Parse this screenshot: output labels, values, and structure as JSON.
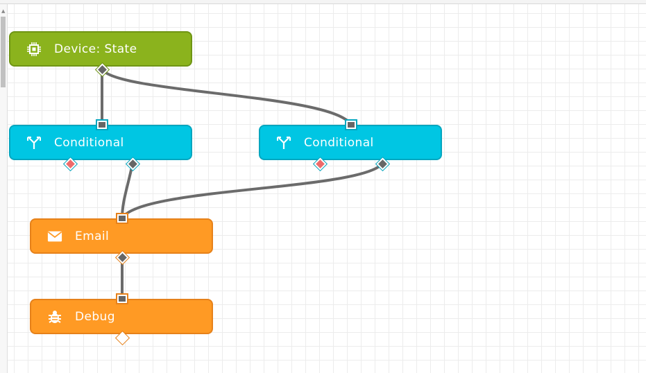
{
  "editor": {
    "nodes": [
      {
        "id": "device-state",
        "label": "Device: State",
        "icon": "chip-icon",
        "type": "device",
        "color": "#8bb31d"
      },
      {
        "id": "conditional-1",
        "label": "Conditional",
        "icon": "fork-icon",
        "type": "conditional",
        "color": "#00c6e3"
      },
      {
        "id": "conditional-2",
        "label": "Conditional",
        "icon": "fork-icon",
        "type": "conditional",
        "color": "#00c6e3"
      },
      {
        "id": "email",
        "label": "Email",
        "icon": "envelope-icon",
        "type": "action",
        "color": "#ff9a24"
      },
      {
        "id": "debug",
        "label": "Debug",
        "icon": "bug-icon",
        "type": "action",
        "color": "#ff9a24"
      }
    ],
    "connections": [
      {
        "from": "device-state",
        "to": "conditional-1"
      },
      {
        "from": "device-state",
        "to": "conditional-2"
      },
      {
        "from": "conditional-1",
        "port": "true",
        "to": "email"
      },
      {
        "from": "conditional-2",
        "port": "true",
        "to": "email"
      },
      {
        "from": "email",
        "to": "debug"
      }
    ],
    "wire_color": "#6b6b6b"
  }
}
